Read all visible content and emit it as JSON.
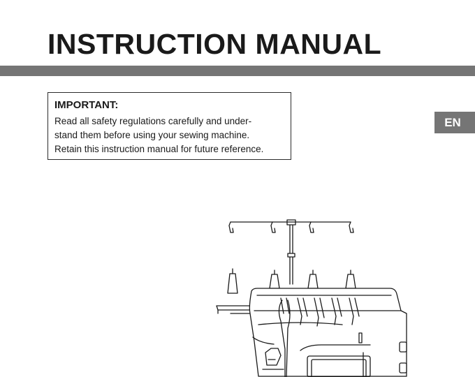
{
  "header": {
    "title": "INSTRUCTION MANUAL"
  },
  "notice": {
    "heading": "IMPORTANT:",
    "lines": [
      "Read all safety regulations carefully and under-",
      "stand them before using your sewing machine.",
      "Retain this instruction manual for future reference."
    ]
  },
  "language_tab": {
    "label": "EN"
  },
  "illustration": {
    "subject": "serger-sewing-machine-line-drawing"
  },
  "colors": {
    "bar": "#757575",
    "text": "#1a1a1a",
    "background": "#ffffff"
  }
}
